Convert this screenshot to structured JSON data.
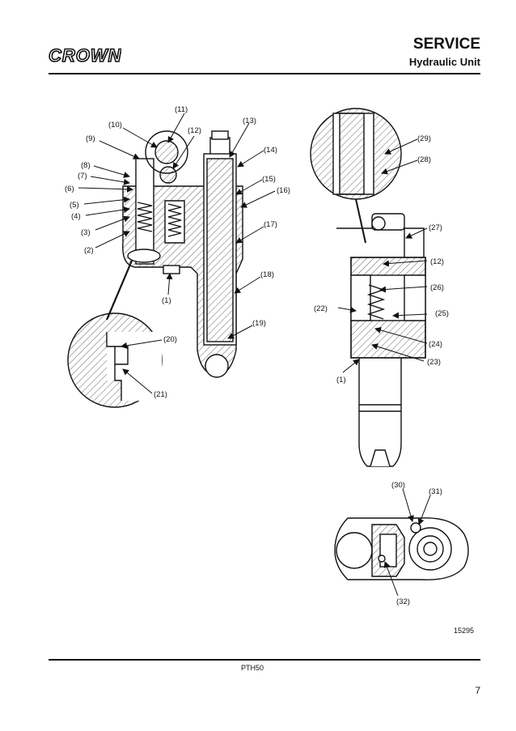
{
  "header": {
    "brand": "Crown",
    "section": "SERVICE",
    "subsection": "Hydraulic Unit"
  },
  "callouts": [
    "(1)",
    "(2)",
    "(3)",
    "(4)",
    "(5)",
    "(6)",
    "(7)",
    "(8)",
    "(9)",
    "(10)",
    "(11)",
    "(12)",
    "(13)",
    "(14)",
    "(15)",
    "(16)",
    "(17)",
    "(18)",
    "(19)",
    "(20)",
    "(21)",
    "(22)",
    "(23)",
    "(24)",
    "(25)",
    "(26)",
    "(27)",
    "(28)",
    "(29)",
    "(30)",
    "(31)",
    "(32)"
  ],
  "figure_number": "15295",
  "footer": {
    "model": "PTH50",
    "page": "7"
  }
}
